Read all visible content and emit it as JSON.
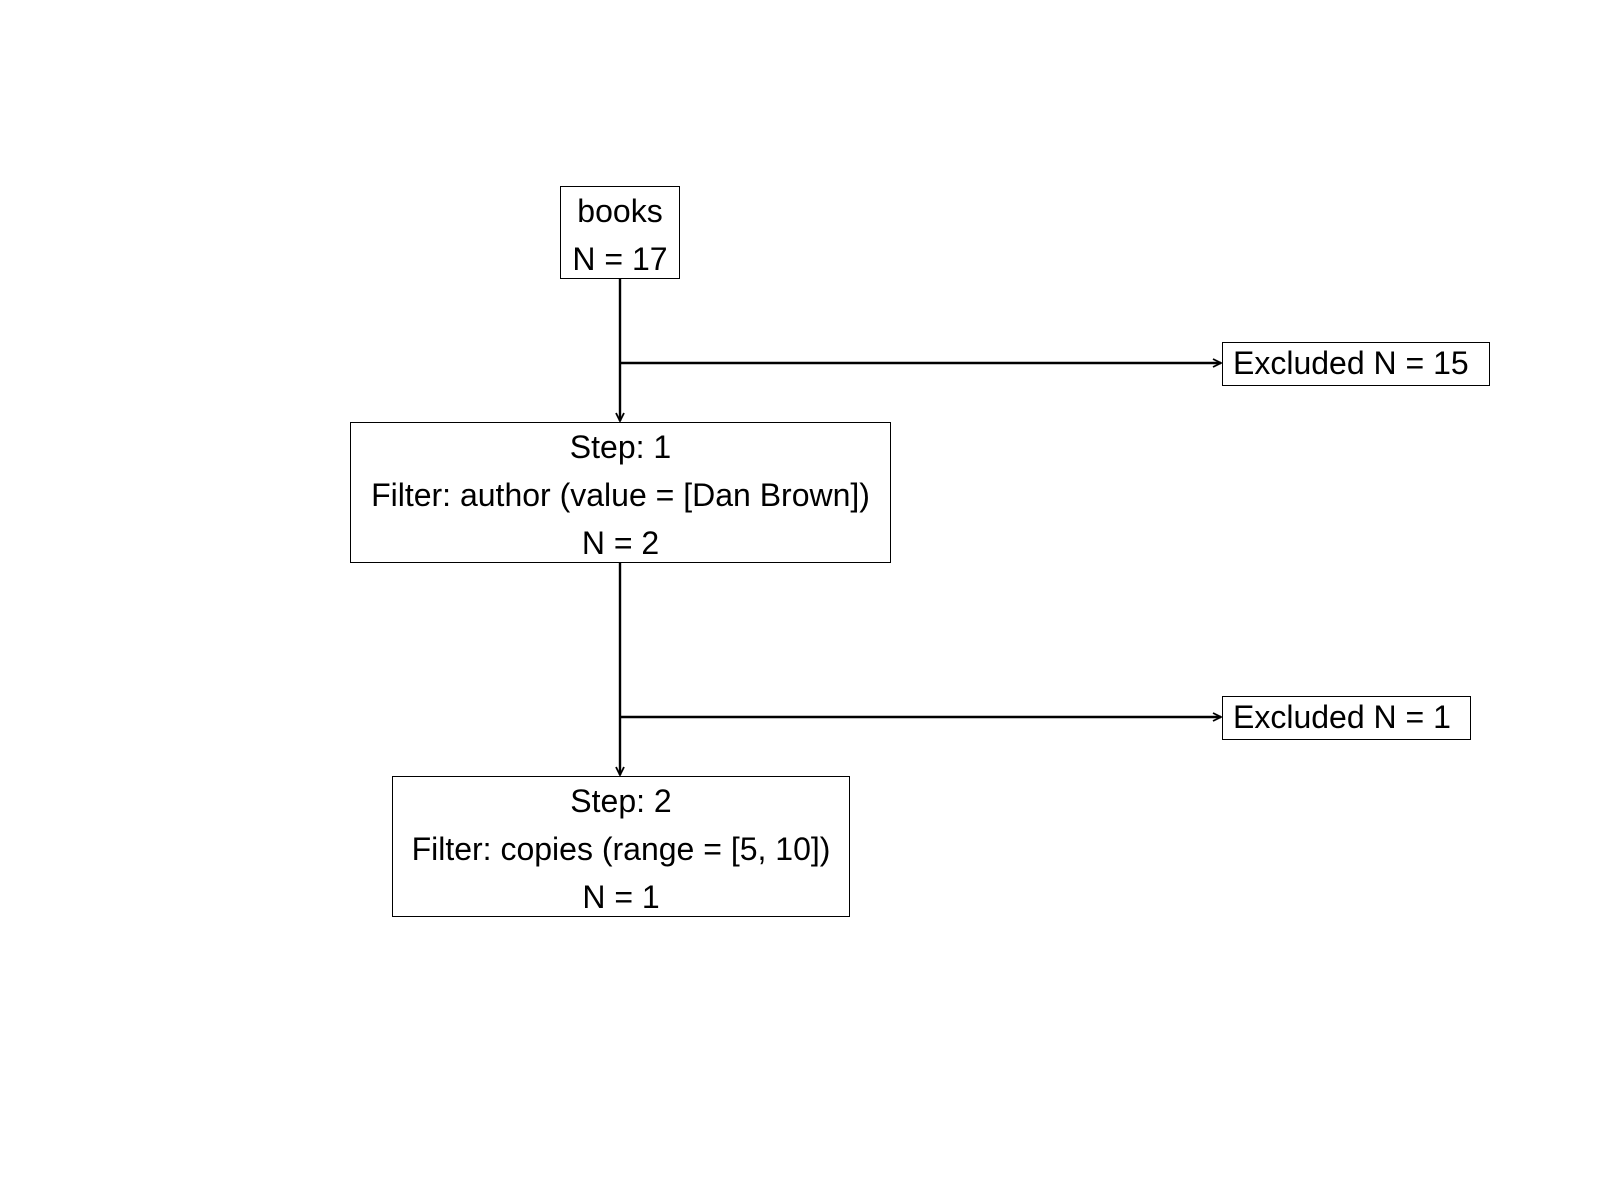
{
  "source": {
    "name": "books",
    "count": "N = 17"
  },
  "steps": [
    {
      "step": "Step: 1",
      "filter": "Filter: author (value = [Dan Brown])",
      "count": "N = 2",
      "excluded": "Excluded N = 15"
    },
    {
      "step": "Step: 2",
      "filter": "Filter: copies (range = [5, 10])",
      "count": "N = 1",
      "excluded": "Excluded N = 1"
    }
  ],
  "colors": {
    "line": "#000000",
    "background": "#ffffff"
  }
}
